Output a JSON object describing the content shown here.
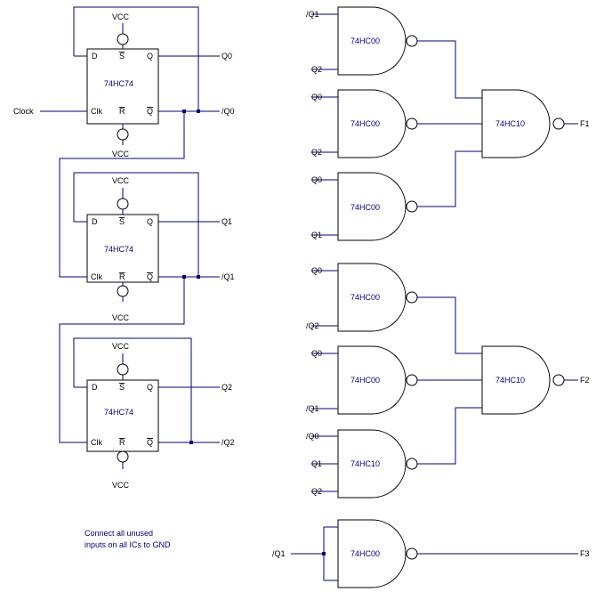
{
  "flip_flops": [
    {
      "part": "74HC74",
      "pin_d": "D",
      "pin_s": "S",
      "pin_q": "Q",
      "pin_clk": "Clk",
      "pin_r": "R",
      "pin_qbar": "Q",
      "vcc_top": "VCC",
      "vcc_bottom": "VCC",
      "out_q": "Q0",
      "out_qbar": "/Q0",
      "clock_in": "Clock"
    },
    {
      "part": "74HC74",
      "pin_d": "D",
      "pin_s": "S",
      "pin_q": "Q",
      "pin_clk": "Clk",
      "pin_r": "R",
      "pin_qbar": "Q",
      "vcc_top": "VCC",
      "vcc_bottom": "VCC",
      "out_q": "Q1",
      "out_qbar": "/Q1"
    },
    {
      "part": "74HC74",
      "pin_d": "D",
      "pin_s": "S",
      "pin_q": "Q",
      "pin_clk": "Clk",
      "pin_r": "R",
      "pin_qbar": "Q",
      "vcc_top": "VCC",
      "vcc_bottom": "VCC",
      "out_q": "Q2",
      "out_qbar": "/Q2"
    }
  ],
  "gates": [
    {
      "part": "74HC00",
      "inputs": [
        "/Q1",
        "Q2"
      ]
    },
    {
      "part": "74HC00",
      "inputs": [
        "Q0",
        "Q2"
      ]
    },
    {
      "part": "74HC00",
      "inputs": [
        "Q0",
        "Q1"
      ]
    },
    {
      "part": "74HC10",
      "output": "F1"
    },
    {
      "part": "74HC00",
      "inputs": [
        "Q0",
        "/Q2"
      ]
    },
    {
      "part": "74HC00",
      "inputs": [
        "Q0",
        "/Q1"
      ]
    },
    {
      "part": "74HC10",
      "inputs": [
        "/Q0",
        "Q1",
        "Q2"
      ]
    },
    {
      "part": "74HC10",
      "output": "F2"
    },
    {
      "part": "74HC00",
      "inputs": [
        "/Q1"
      ],
      "output": "F3"
    }
  ],
  "note": {
    "line1": "Connect all unused",
    "line2": "inputs on all ICs to GND"
  },
  "colors": {
    "wire": "#000080",
    "outline": "#000000",
    "background": "#ffffff"
  }
}
